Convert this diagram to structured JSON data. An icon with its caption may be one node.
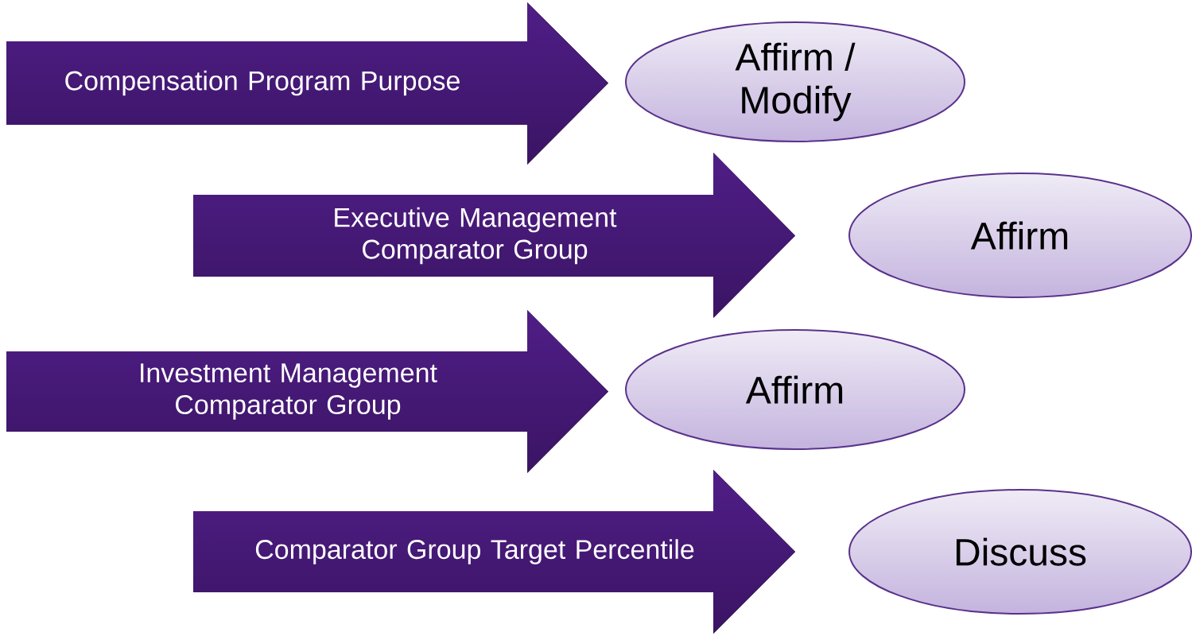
{
  "diagram": {
    "nodes": [
      {
        "text": [
          "Compensation Program Purpose"
        ]
      },
      {
        "text": [
          "Affirm / Modify"
        ]
      },
      {
        "text": [
          "Executive Management Comparator Group"
        ]
      },
      {
        "text": [
          "Affirm"
        ]
      },
      {
        "text": [
          "Investment Management Comparator Group"
        ]
      },
      {
        "text": [
          "Affirm"
        ]
      },
      {
        "text": [
          "Comparator Group Target Percentile"
        ]
      },
      {
        "text": [
          "Discuss"
        ]
      }
    ]
  }
}
